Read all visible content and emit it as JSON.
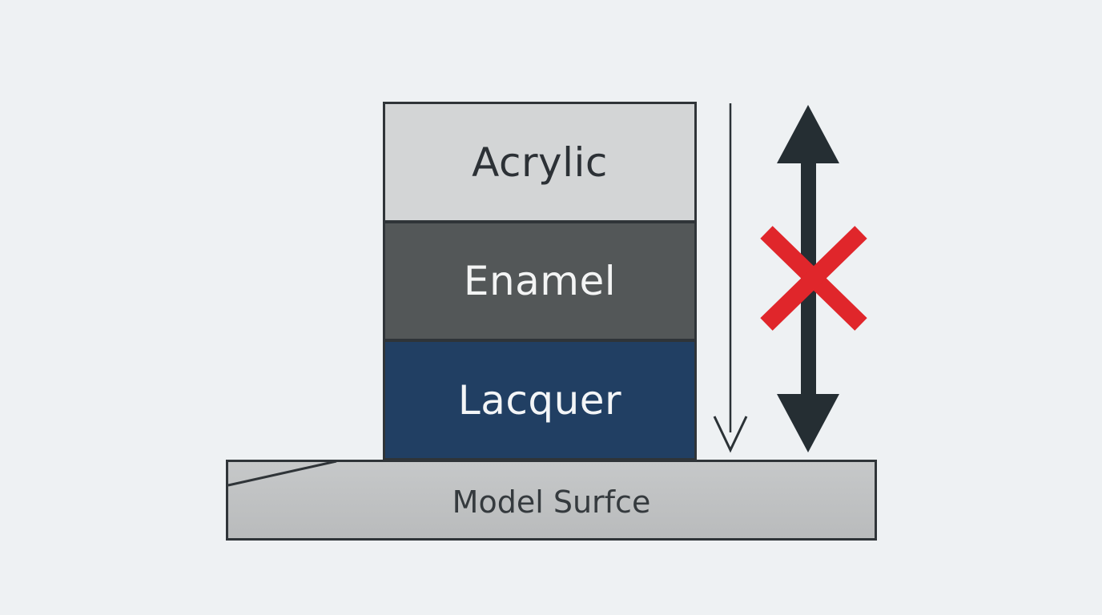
{
  "layers": {
    "top_label": "Acrylic",
    "middle_label": "Enamel",
    "bottom_label": "Lacquer"
  },
  "surface": {
    "label": "Model Surfce"
  },
  "colors": {
    "acrylic": "#d3d5d6",
    "enamel": "#535758",
    "lacquer": "#213f63",
    "surface": "#c0c2c3",
    "outline": "#2f3438",
    "cross": "#e0262b",
    "background": "#eef1f3"
  },
  "icons": {
    "down_arrow": "thin-down-arrow-icon",
    "double_arrow": "double-headed-arrow-icon",
    "cross": "red-x-icon"
  }
}
